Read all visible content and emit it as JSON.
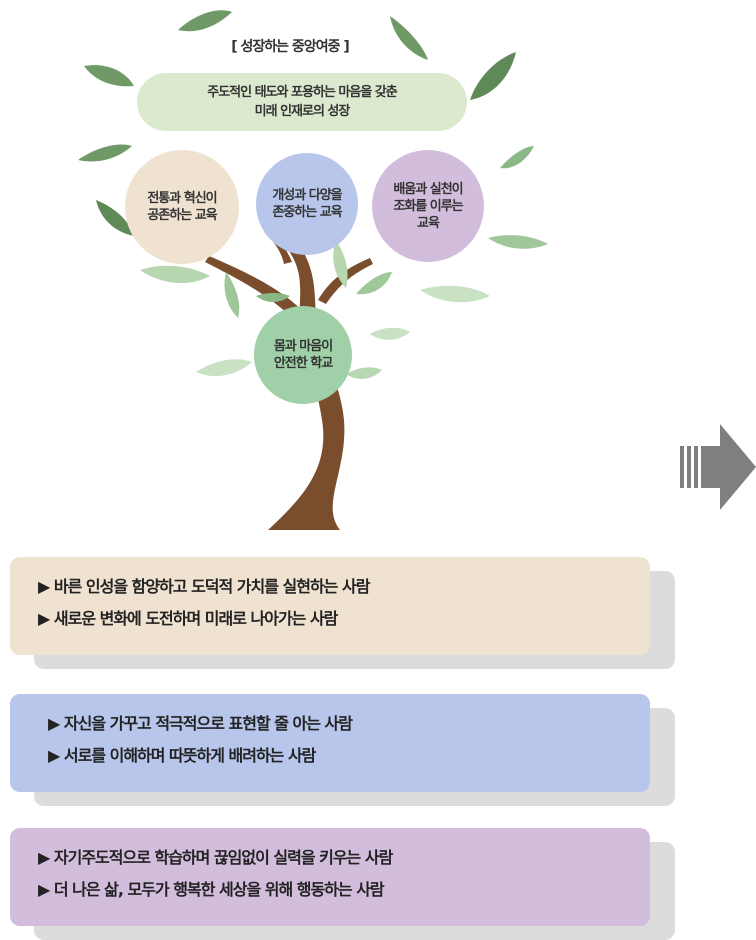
{
  "title": "[ 성장하는 중앙여중 ]",
  "vision": {
    "line1": "주도적인 태도와 포용하는 마음을 갖춘",
    "line2": "미래 인재로의 성장"
  },
  "circles": [
    {
      "line1": "전통과 혁신이",
      "line2": "공존하는 교육",
      "line3": ""
    },
    {
      "line1": "개성과 다양을",
      "line2": "존중하는 교육",
      "line3": ""
    },
    {
      "line1": "배움과 실천이",
      "line2": "조화를 이루는",
      "line3": "교육"
    },
    {
      "line1": "몸과 마음이",
      "line2": "안전한 학교",
      "line3": ""
    }
  ],
  "colors": {
    "beige": "#efe2d1",
    "blue": "#b7c6ea",
    "purple": "#d2bedc",
    "green": "#9fd0a8",
    "light_green": "#dbe9cf",
    "trunk": "#7a4e2d",
    "leaf": "#6f9a68",
    "arrow": "#7f7f7f"
  },
  "icons": [
    "right-arrow-icon",
    "leaf-icon"
  ],
  "boxes": [
    {
      "items": [
        "▶ 바른 인성을 함양하고 도덕적 가치를 실현하는 사람",
        "▶ 새로운 변화에 도전하며 미래로 나아가는 사람"
      ]
    },
    {
      "items": [
        "▶ 자신을 가꾸고 적극적으로 표현할 줄 아는 사람",
        "▶ 서로를 이해하며 따뜻하게 배려하는 사람"
      ]
    },
    {
      "items": [
        "▶ 자기주도적으로 학습하며 끊임없이 실력을 키우는 사람",
        "▶ 더 나은 삶, 모두가 행복한 세상을 위해 행동하는 사람"
      ]
    }
  ]
}
